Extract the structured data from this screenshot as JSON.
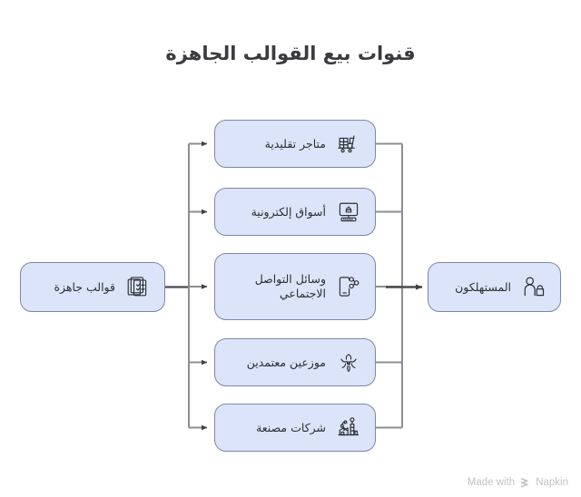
{
  "title": "قنوات بيع القوالب الجاهزة",
  "colors": {
    "background": "#ffffff",
    "node_fill": "#dbe4f8",
    "node_border": "#7b88a8",
    "connector": "#8d8d94",
    "connector_accent": "#4a4a50",
    "title_text": "#3b3b3f",
    "node_text": "#2d2f34",
    "watermark_text": "#c2c2c6"
  },
  "source": {
    "label": "قوالب جاهزة",
    "icon": "stacked-documents-icon"
  },
  "channels": [
    {
      "label": "متاجر تقليدية",
      "icon": "shopping-cart-icon"
    },
    {
      "label": "أسواق إلكترونية",
      "icon": "desktop-computer-icon"
    },
    {
      "label": "وسائل التواصل\nالاجتماعي",
      "icon": "mobile-share-icon"
    },
    {
      "label": "موزعين معتمدين",
      "icon": "distribution-network-icon"
    },
    {
      "label": "شركات مصنعة",
      "icon": "factory-icon"
    }
  ],
  "target": {
    "label": "المستهلكون",
    "icon": "person-shopping-bag-icon"
  },
  "watermark": {
    "prefix": "Made with",
    "brand": "Napkin",
    "mark_icon": "napkin-chevrons-icon"
  }
}
